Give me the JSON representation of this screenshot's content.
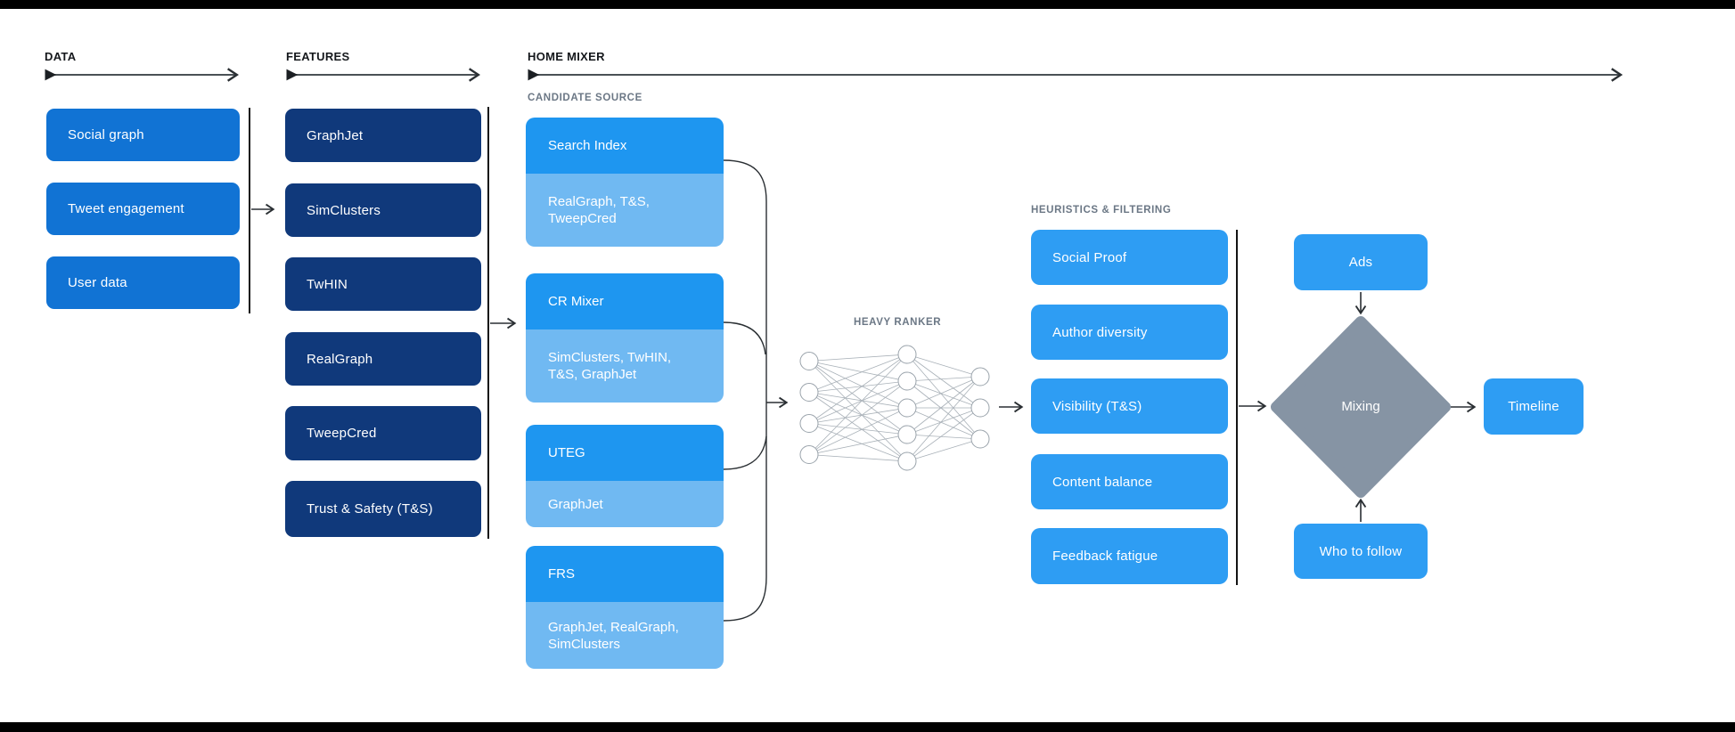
{
  "colors": {
    "data_box": "#1173d4",
    "features_box": "#10397b",
    "candidate_head": "#1e96f0",
    "candidate_sub": "#70b9f2",
    "bright_box": "#2e9df3",
    "diamond": "#8694a4",
    "label_gray": "#6b7785",
    "header_text": "#15181c"
  },
  "headers": {
    "data": "DATA",
    "features": "FEATURES",
    "home_mixer": "HOME MIXER"
  },
  "data_column": {
    "items": [
      {
        "label": "Social graph"
      },
      {
        "label": "Tweet engagement"
      },
      {
        "label": "User data"
      }
    ]
  },
  "features_column": {
    "items": [
      {
        "label": "GraphJet"
      },
      {
        "label": "SimClusters"
      },
      {
        "label": "TwHIN"
      },
      {
        "label": "RealGraph"
      },
      {
        "label": "TweepCred"
      },
      {
        "label": "Trust & Safety (T&S)"
      }
    ]
  },
  "candidate_sources": {
    "label": "CANDIDATE SOURCE",
    "items": [
      {
        "title": "Search Index",
        "sub": "RealGraph, T&S, TweepCred"
      },
      {
        "title": "CR Mixer",
        "sub": "SimClusters, TwHIN, T&S, GraphJet"
      },
      {
        "title": "UTEG",
        "sub": "GraphJet"
      },
      {
        "title": "FRS",
        "sub": "GraphJet, RealGraph, SimClusters"
      }
    ]
  },
  "heavy_ranker": {
    "label": "HEAVY RANKER",
    "network_layers": [
      4,
      5,
      3
    ]
  },
  "heuristics": {
    "label": "HEURISTICS & FILTERING",
    "items": [
      {
        "label": "Social Proof"
      },
      {
        "label": "Author diversity"
      },
      {
        "label": "Visibility (T&S)"
      },
      {
        "label": "Content balance"
      },
      {
        "label": "Feedback fatigue"
      }
    ]
  },
  "mixing_section": {
    "ads": "Ads",
    "mixing": "Mixing",
    "who_to_follow": "Who to follow",
    "timeline": "Timeline"
  }
}
